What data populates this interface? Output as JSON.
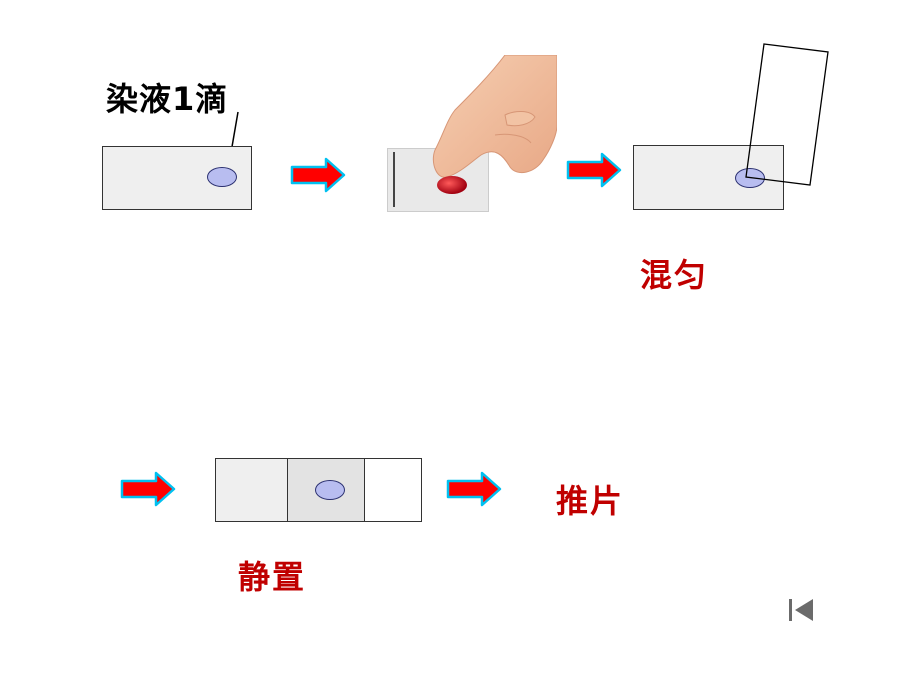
{
  "steps": {
    "stain_label": "染液1滴",
    "mix_label": "混匀",
    "rest_label": "静置",
    "push_label": "推片"
  },
  "colors": {
    "step_label": "#c00000",
    "arrow_fill": "#ff0000",
    "arrow_outline": "#00c0f0",
    "slide_fill": "#efefef",
    "drop_fill": "#b8bdf0",
    "blood_drop": "#c0101a"
  },
  "icons": {
    "nav_back": "first-slide-icon",
    "finger": "finger-icon"
  }
}
